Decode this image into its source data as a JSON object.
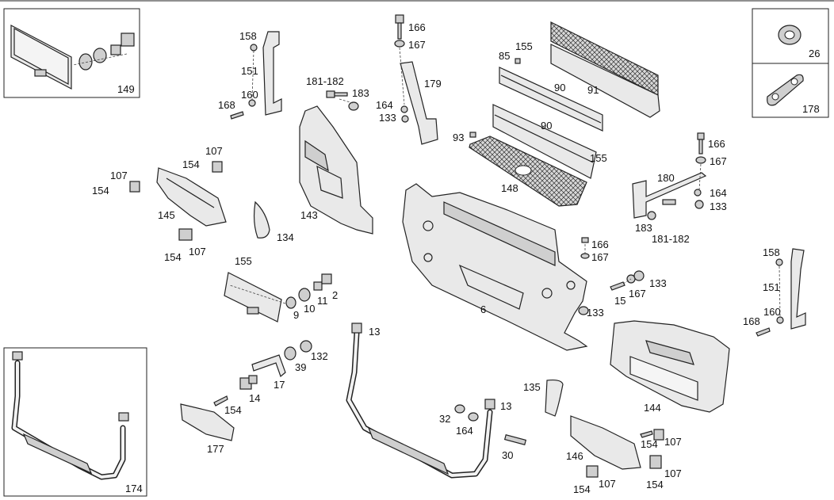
{
  "diagram": {
    "callouts": {
      "c149": "149",
      "c26": "26",
      "c178": "178",
      "c174": "174",
      "c158a": "158",
      "c151a": "151",
      "c160a": "160",
      "c168a": "168",
      "c166a": "166",
      "c167a": "167",
      "c179": "179",
      "c164a": "164",
      "c133a": "133",
      "c18182a": "181-182",
      "c183a": "183",
      "c143": "143",
      "c155a": "155",
      "c85": "85",
      "c90a": "90",
      "c91": "91",
      "c90b": "90",
      "c93": "93",
      "c155b": "155",
      "c148": "148",
      "c166b": "166",
      "c167b": "167",
      "c180": "180",
      "c164b": "164",
      "c133b": "133",
      "c183b": "183",
      "c18182b": "181-182",
      "c107a": "107",
      "c154a": "154",
      "c107b": "107",
      "c154b": "154",
      "c145": "145",
      "c154c": "154",
      "c107c": "107",
      "c134": "134",
      "c155c": "155",
      "c9": "9",
      "c10": "10",
      "c11": "11",
      "c2": "2",
      "c166c": "166",
      "c167c": "167",
      "c133c": "133",
      "c15": "15",
      "c167d": "167",
      "c133d": "133",
      "c6": "6",
      "c158b": "158",
      "c151b": "151",
      "c160b": "160",
      "c168b": "168",
      "c13a": "13",
      "c39": "39",
      "c132": "132",
      "c17": "17",
      "c14": "14",
      "c154d": "154",
      "c177": "177",
      "c32": "32",
      "c164c": "164",
      "c13b": "13",
      "c30": "30",
      "c135": "135",
      "c144": "144",
      "c146": "146",
      "c154e": "154",
      "c107d": "107",
      "c107e": "107",
      "c154f": "154",
      "c107f": "107",
      "c154g": "154"
    }
  }
}
